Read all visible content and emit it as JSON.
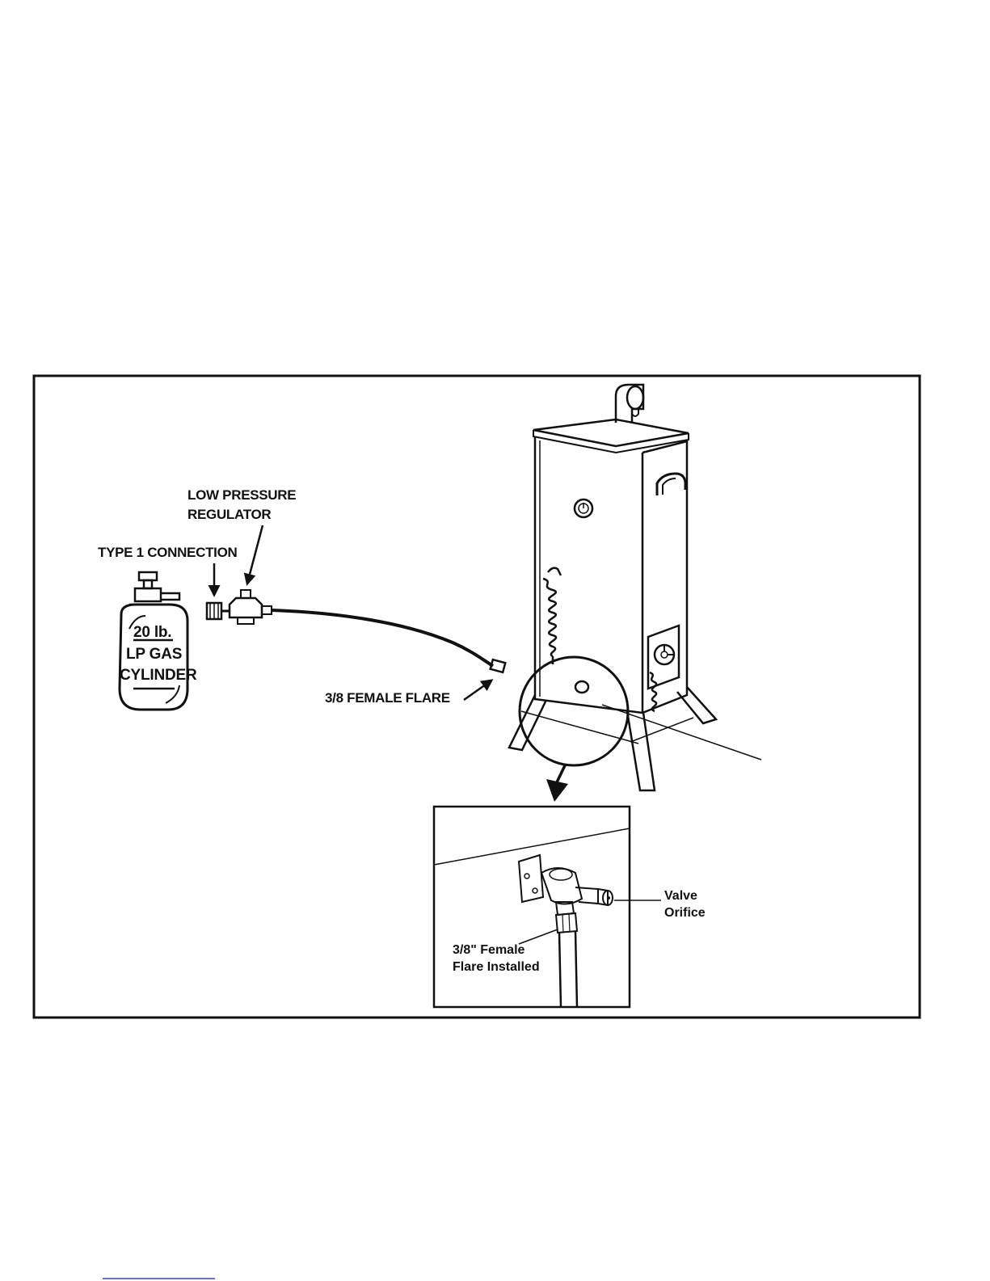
{
  "labels": {
    "low_pressure_line1": "LOW PRESSURE",
    "low_pressure_line2": "REGULATOR",
    "type1_connection": "TYPE 1 CONNECTION",
    "tank_line1": "20 lb.",
    "tank_line2": "LP  GAS",
    "tank_line3": "CYLINDER",
    "female_flare": "3/8 FEMALE FLARE",
    "valve_line1": "Valve",
    "valve_line2": "Orifice",
    "inset_flare_line1": "3/8\" Female",
    "inset_flare_line2": "Flare Installed"
  }
}
